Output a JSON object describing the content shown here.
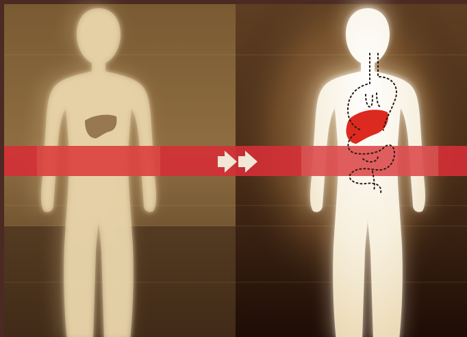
{
  "colors": {
    "frame": "#4a2a22",
    "panel_left": "#8a6a3e",
    "panel_right_top": "#6a4a28",
    "panel_right_bottom": "#241008",
    "band": "#d6333a",
    "figure_left": "#e6d0a4",
    "figure_right": "#f8f2e2",
    "liver_left": "#8c6a40",
    "liver_right": "#dc2c22",
    "arrow": "#f2e6d6",
    "dotted_outline": "#2a1a10"
  },
  "icons": {
    "arrows": "double-right-arrow-icon",
    "left_figure": "human-silhouette",
    "right_figure": "human-silhouette-glowing",
    "left_liver": "liver-icon",
    "right_liver": "liver-icon",
    "digestive_tract": "digestive-tract-outline"
  }
}
